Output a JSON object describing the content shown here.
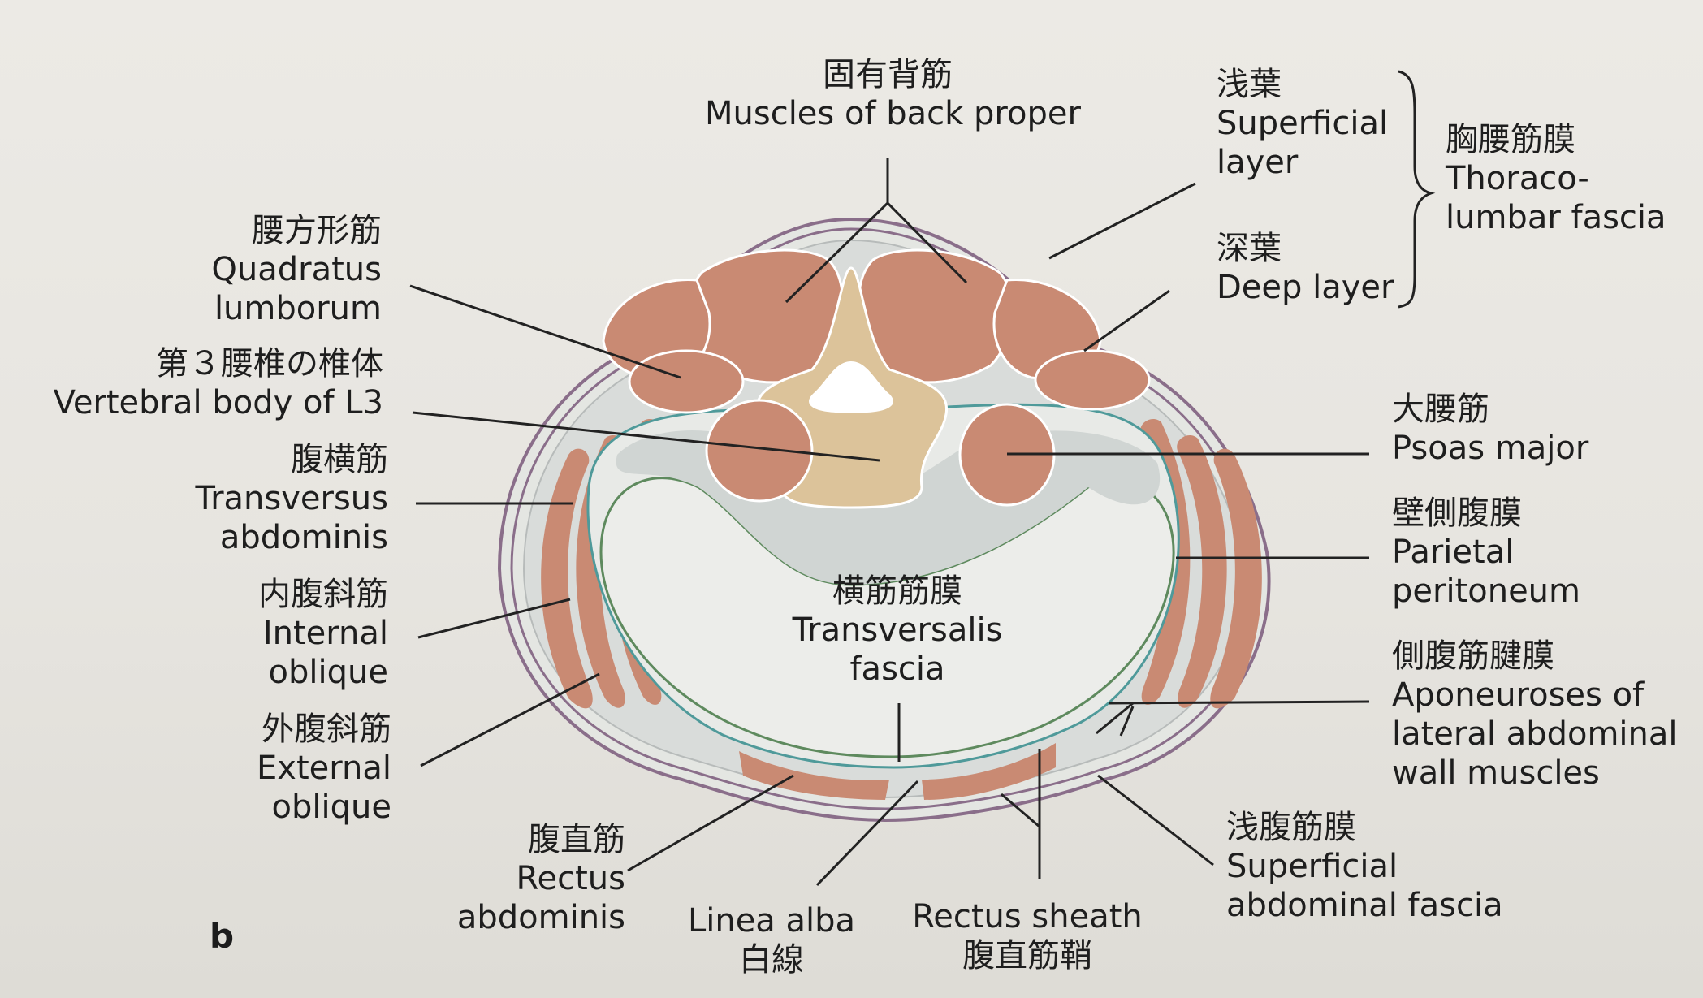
{
  "panel_letter": "b",
  "labels": {
    "back_muscles": {
      "ja": "固有背筋",
      "en": "Muscles of back proper"
    },
    "superficial_layer": {
      "ja": "浅葉",
      "en1": "Superficial",
      "en2": "layer"
    },
    "deep_layer": {
      "ja": "深葉",
      "en": "Deep layer"
    },
    "thoracolumbar": {
      "ja": "胸腰筋膜",
      "en1": "Thoraco-",
      "en2": "lumbar fascia"
    },
    "quadratus": {
      "ja": "腰方形筋",
      "en1": "Quadratus",
      "en2": "lumborum"
    },
    "vertebral_body": {
      "ja": "第３腰椎の椎体",
      "en": "Vertebral body of L3"
    },
    "transversus": {
      "ja": "腹横筋",
      "en1": "Transversus",
      "en2": "abdominis"
    },
    "internal_oblique": {
      "ja": "内腹斜筋",
      "en1": "Internal",
      "en2": "oblique"
    },
    "external_oblique": {
      "ja": "外腹斜筋",
      "en1": "External",
      "en2": "oblique"
    },
    "rectus": {
      "ja": "腹直筋",
      "en1": "Rectus",
      "en2": "abdominis"
    },
    "linea_alba": {
      "en": "Linea alba",
      "ja": "白線"
    },
    "rectus_sheath": {
      "en": "Rectus sheath",
      "ja": "腹直筋鞘"
    },
    "superficial_fascia": {
      "ja": "浅腹筋膜",
      "en1": "Superficial",
      "en2": "abdominal fascia"
    },
    "psoas": {
      "ja": "大腰筋",
      "en": "Psoas major"
    },
    "parietal": {
      "ja": "壁側腹膜",
      "en1": "Parietal",
      "en2": "peritoneum"
    },
    "aponeuroses": {
      "ja": "側腹筋腱膜",
      "en1": "Aponeuroses of",
      "en2": "lateral abdominal",
      "en3": "wall muscles"
    },
    "transversalis": {
      "ja": "横筋筋膜",
      "en1": "Transversalis",
      "en2": "fascia"
    }
  },
  "colors": {
    "muscle": "#c98a73",
    "bone": "#dcc39a",
    "fascia_fill": "#d3d8d6",
    "skin_line": "#8a6e8a",
    "peritoneum_line": "#5e8a5e",
    "transversalis_line": "#4f9a9a",
    "leader": "#222222"
  }
}
